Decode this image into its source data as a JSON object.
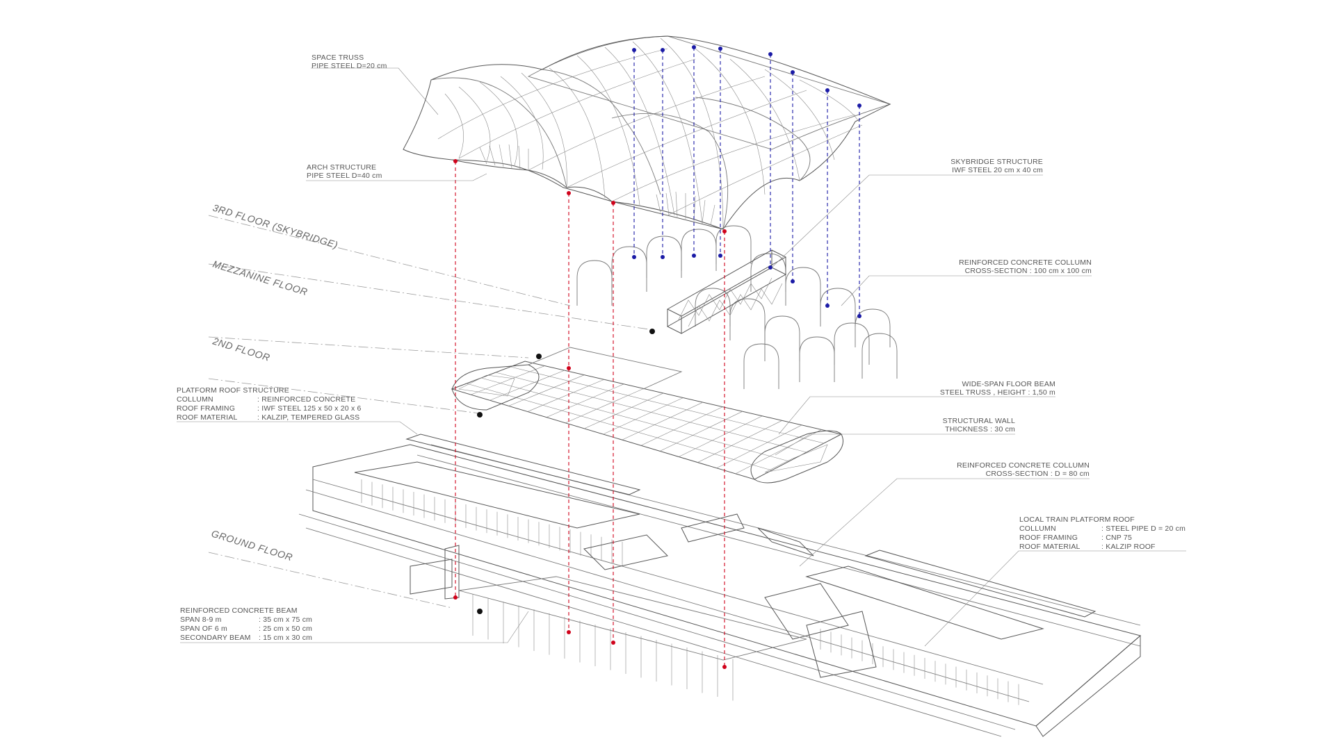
{
  "floors": {
    "third": "3RD FLOOR (SKYBRIDGE)",
    "mezzanine": "MEZZANINE FLOOR",
    "second": "2ND FLOOR",
    "ground": "GROUND FLOOR"
  },
  "labels": {
    "space_truss": {
      "title": "SPACE TRUSS",
      "line1": "PIPE STEEL D=20 cm"
    },
    "arch": {
      "title": "ARCH STRUCTURE",
      "line1": "PIPE STEEL D=40 cm"
    },
    "skybridge": {
      "title": "SKYBRIDGE STRUCTURE",
      "line1": "IWF STEEL 20 cm x 40 cm"
    },
    "rc_column_square": {
      "title": "REINFORCED  CONCRETE COLLUMN",
      "line1": "CROSS-SECTION : 100 cm x 100 cm"
    },
    "platform_roof": {
      "title": "PLATFORM ROOF STRUCTURE",
      "rows": [
        {
          "k": "COLLUMN",
          "v": ": REINFORCED CONCRETE"
        },
        {
          "k": "ROOF FRAMING",
          "v": ": IWF STEEL 125 x 50 x 20 x 6"
        },
        {
          "k": "ROOF MATERIAL",
          "v": ": KALZIP, TEMPERED GLASS"
        }
      ]
    },
    "wide_span": {
      "title": "WIDE-SPAN FLOOR BEAM",
      "line1": "STEEL TRUSS , HEIGHT : 1,50 m"
    },
    "structural_wall": {
      "title": "STRUCTURAL WALL",
      "line1": "THICKNESS : 30 cm"
    },
    "rc_column_round": {
      "title": "REINFORCED CONCRETE COLLUMN",
      "line1": "CROSS-SECTION : D = 80 cm"
    },
    "local_train": {
      "title": "LOCAL TRAIN PLATFORM ROOF",
      "rows": [
        {
          "k": "COLLUMN",
          "v": ": STEEL PIPE D = 20 cm"
        },
        {
          "k": "ROOF FRAMING",
          "v": ": CNP 75"
        },
        {
          "k": "ROOF MATERIAL",
          "v": ": KALZIP ROOF"
        }
      ]
    },
    "rc_beam": {
      "title": "REINFORCED CONCRETE BEAM",
      "rows": [
        {
          "k": "SPAN 8-9 m",
          "v": ": 35 cm x 75 cm"
        },
        {
          "k": "SPAN OF 6 m",
          "v": ": 25 cm x 50 cm"
        },
        {
          "k": "SECONDARY BEAM",
          "v": ": 15 cm x 30 cm"
        }
      ]
    }
  },
  "colors": {
    "red_axis": "#d0021b",
    "blue_axis": "#1a1aa6",
    "linework": "#777777"
  }
}
